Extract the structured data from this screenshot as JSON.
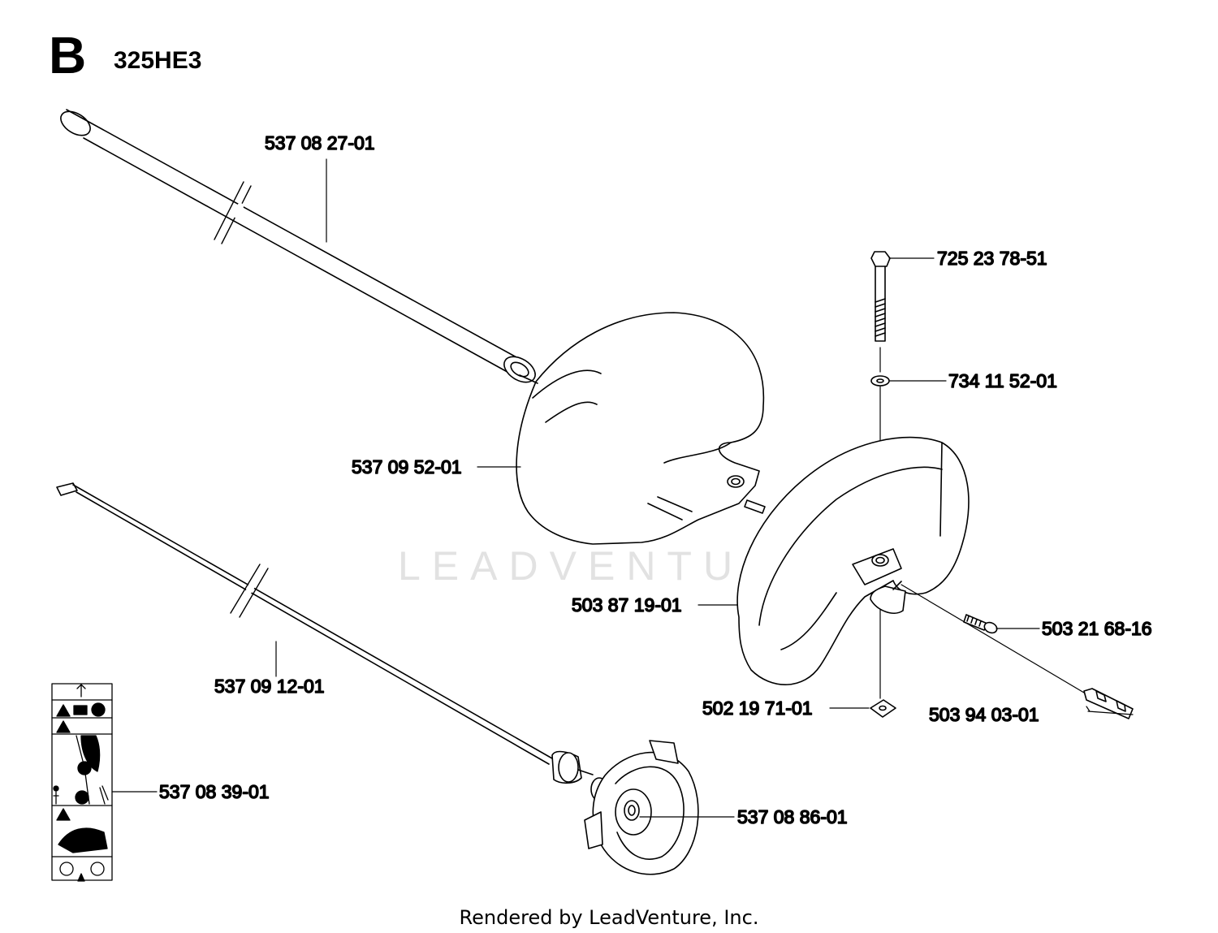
{
  "header": {
    "section_letter": "B",
    "model": "325HE3"
  },
  "watermark": "LEADVENTURE",
  "footer": "Rendered by LeadVenture, Inc.",
  "parts": [
    {
      "id": "shaft-tube",
      "number": "537 08 27-01"
    },
    {
      "id": "bolt",
      "number": "725 23 78-51"
    },
    {
      "id": "washer",
      "number": "734 11 52-01"
    },
    {
      "id": "trimmer-guard",
      "number": "537 09 52-01"
    },
    {
      "id": "loop-handle",
      "number": "503 87 19-01"
    },
    {
      "id": "handle-screw",
      "number": "503 21 68-16"
    },
    {
      "id": "drive-shaft",
      "number": "537 09 12-01"
    },
    {
      "id": "square-nut",
      "number": "502 19 71-01"
    },
    {
      "id": "spacer",
      "number": "503 94 03-01"
    },
    {
      "id": "decal",
      "number": "537 08 39-01"
    },
    {
      "id": "spool-housing",
      "number": "537 08 86-01"
    }
  ]
}
